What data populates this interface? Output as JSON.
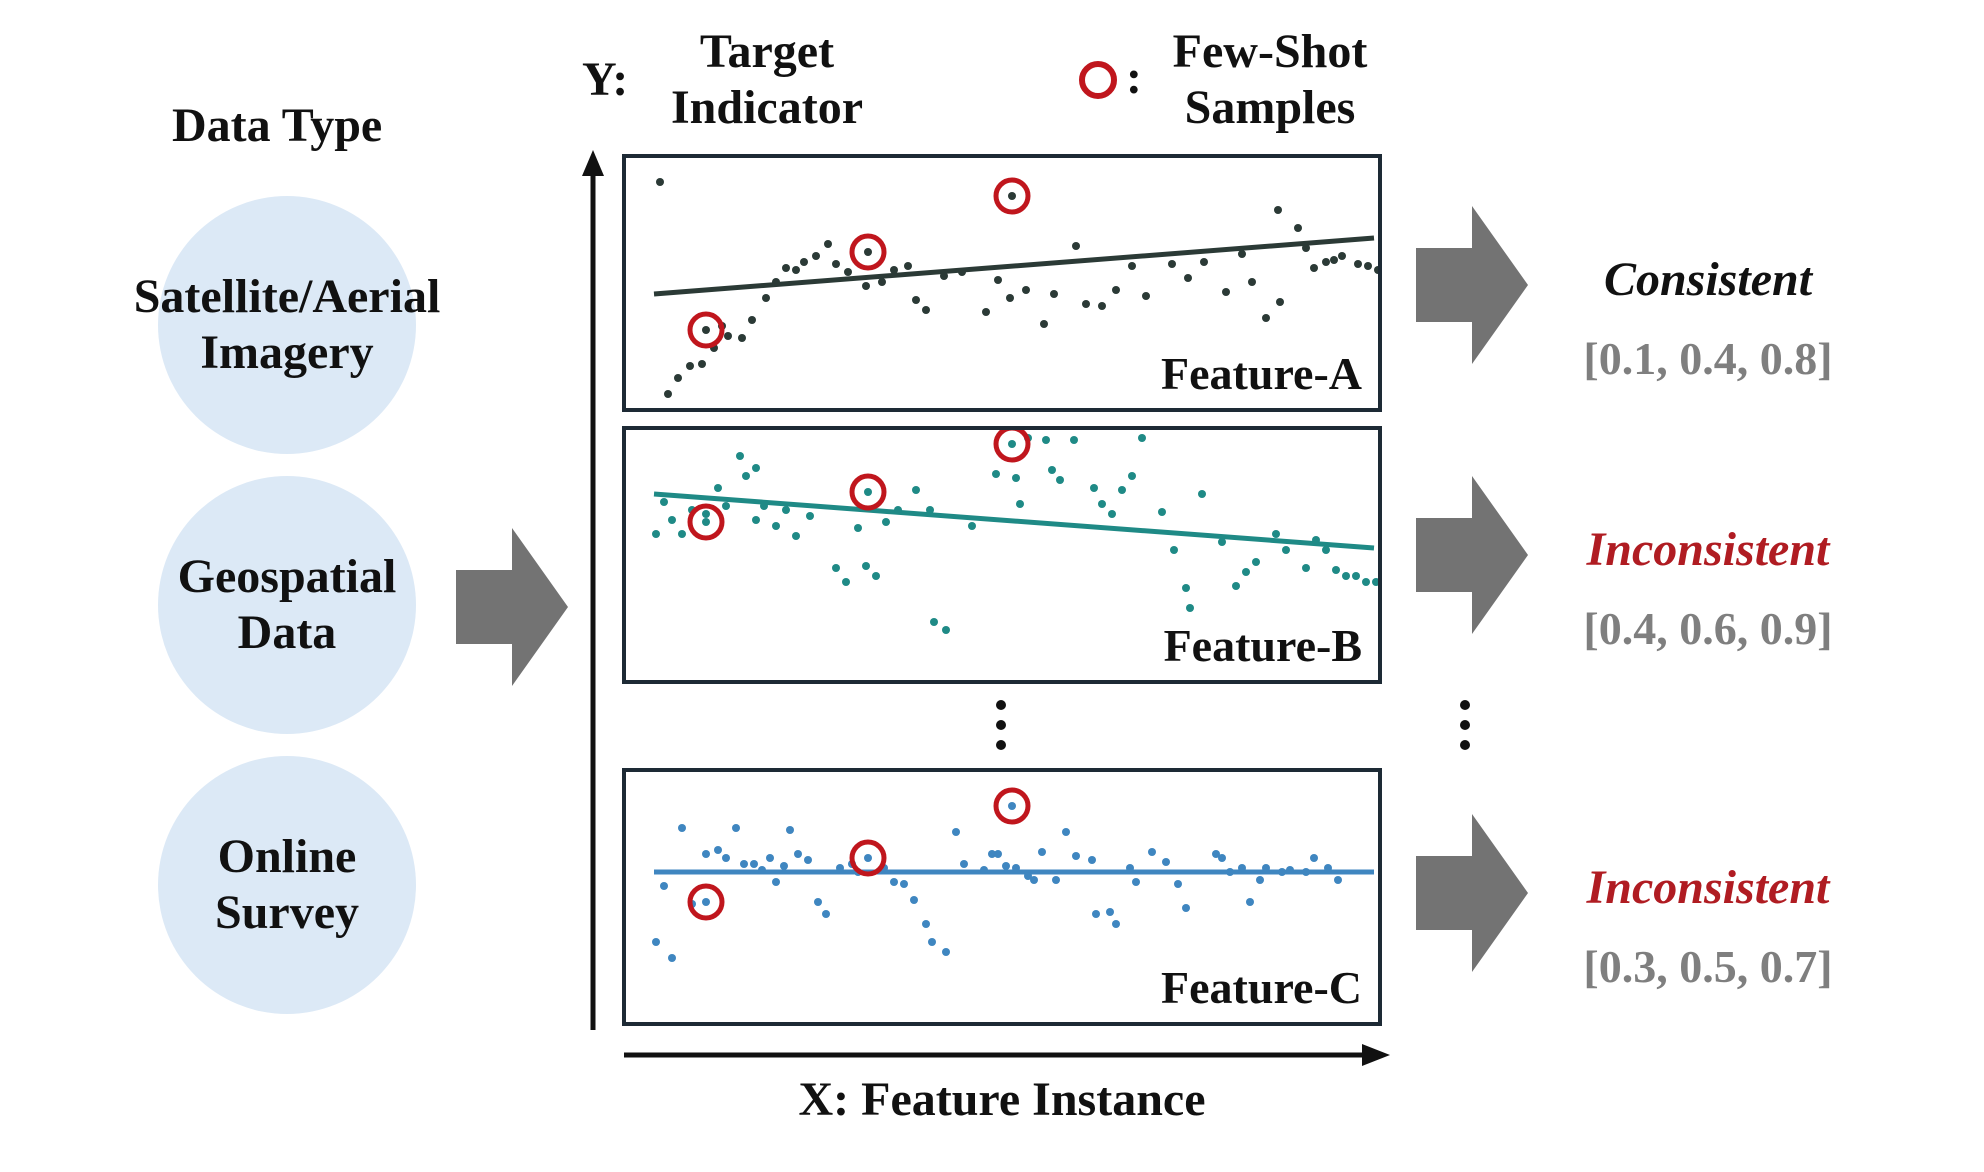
{
  "header": {
    "data_type_title": "Data Type",
    "y_axis_prefix": "Y:",
    "y_axis_label_line1": "Target",
    "y_axis_label_line2": "Indicator",
    "legend_colon": ":",
    "legend_line1": "Few-Shot",
    "legend_line2": "Samples",
    "x_axis_label": "X: Feature Instance"
  },
  "data_types": [
    {
      "line1": "Satellite/Aerial",
      "line2": "Imagery"
    },
    {
      "line1": "Geospatial",
      "line2": "Data"
    },
    {
      "line1": "Online",
      "line2": "Survey"
    }
  ],
  "features": [
    {
      "label": "Feature-A",
      "status": "Consistent",
      "values": "[0.1, 0.4, 0.8]",
      "color": "#2b3a36",
      "status_color": "#111111"
    },
    {
      "label": "Feature-B",
      "status": "Inconsistent",
      "values": "[0.4, 0.6, 0.9]",
      "color": "#1f8a86",
      "status_color": "#b01c22"
    },
    {
      "label": "Feature-C",
      "status": "Inconsistent",
      "values": "[0.3, 0.5, 0.7]",
      "color": "#3f86c0",
      "status_color": "#b01c22"
    }
  ],
  "colors": {
    "circle_fill": "#dce9f6",
    "arrow": "#737373",
    "sample_ring": "#c0161d"
  }
}
